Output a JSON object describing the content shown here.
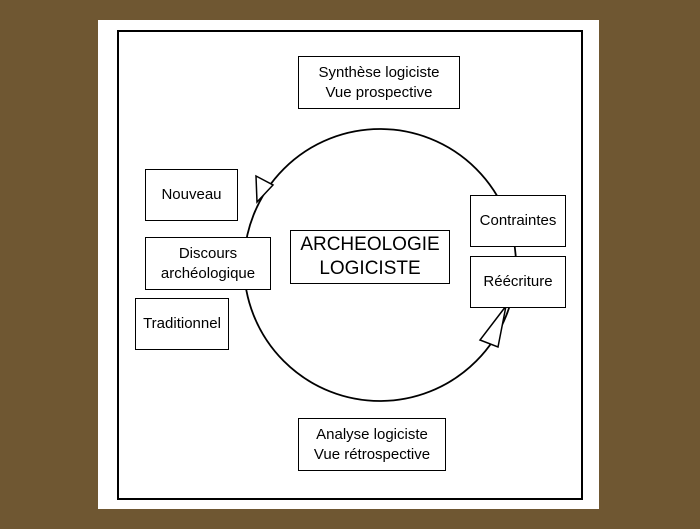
{
  "diagram": {
    "center": {
      "line1": "ARCHEOLOGIE",
      "line2": "LOGICISTE"
    },
    "top": {
      "line1": "Synthèse logiciste",
      "line2": "Vue prospective"
    },
    "bottom": {
      "line1": "Analyse logiciste",
      "line2": "Vue rétrospective"
    },
    "left": {
      "upper": "Nouveau",
      "middle": {
        "line1": "Discours",
        "line2": "archéologique"
      },
      "lower": "Traditionnel"
    },
    "right": {
      "upper": "Contraintes",
      "lower": "Réécriture"
    }
  }
}
